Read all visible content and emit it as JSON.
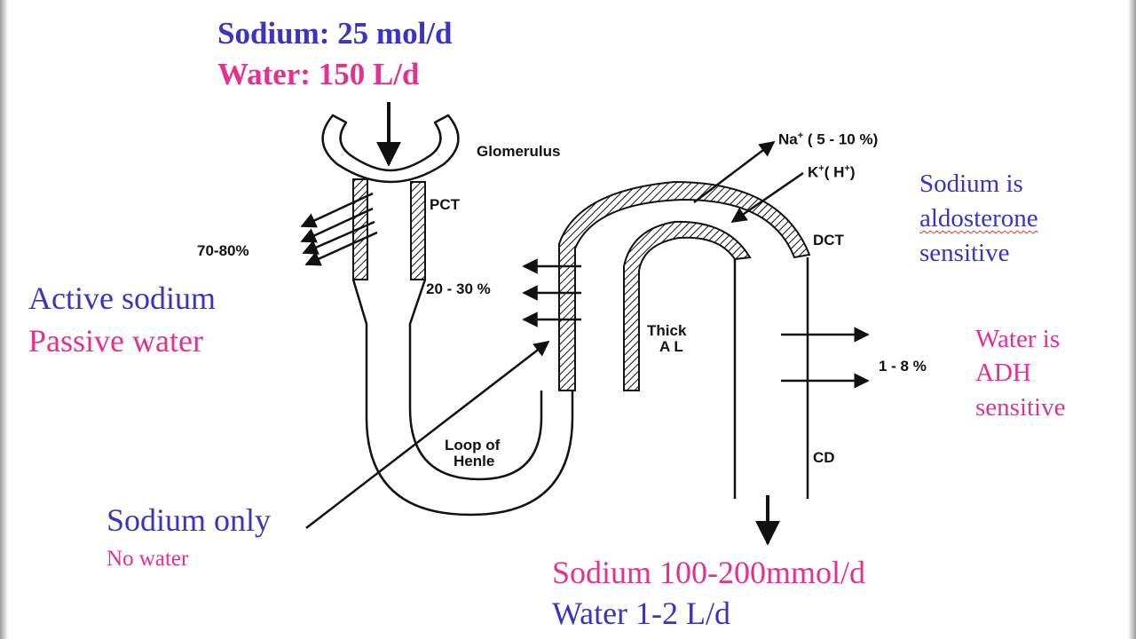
{
  "top": {
    "sodium": "Sodium: 25 mol/d",
    "water": "Water: 150 L/d"
  },
  "labels": {
    "glomerulus": "Glomerulus",
    "pct": "PCT",
    "pct_percent": "70-80%",
    "loop_percent": "20 - 30 %",
    "thick_l1": "Thick",
    "thick_l2": "A L",
    "loop_l1": "Loop of",
    "loop_l2": "Henle",
    "dct": "DCT",
    "cd": "CD",
    "na_sym": "Na",
    "na_sup": "+",
    "na_pct": " ( 5 - 10 %)",
    "k_sym": "K",
    "k_sup": "+",
    "k_open": "( H",
    "k_sup2": "+",
    "k_close": ")",
    "cd_percent": "1 - 8 %"
  },
  "notes": {
    "active": "Active sodium",
    "passive": "Passive water",
    "sodium_only": "Sodium only",
    "no_water": "No water",
    "aldo_1": "Sodium is",
    "aldo_2": "aldosterone",
    "aldo_3": "sensitive",
    "adh_1": "Water is",
    "adh_2": "ADH",
    "adh_3": "sensitive",
    "out_sodium": "Sodium 100-200mmol/d",
    "out_water": "Water 1-2 L/d"
  },
  "colors": {
    "blue": "#3b33c4",
    "pink": "#e6308f",
    "ink": "#111111"
  }
}
